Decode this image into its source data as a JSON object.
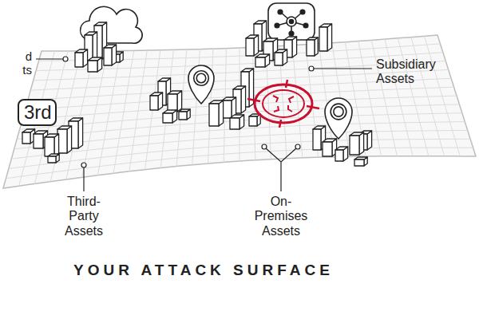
{
  "diagram": {
    "title": "YOUR ATTACK SURFACE",
    "nodes": [
      {
        "text": [
          "3rd"
        ]
      }
    ],
    "labels": [
      "d ts",
      "Subsidiary Assets",
      "Third-Party Assets",
      "On-Premises Assets"
    ]
  }
}
